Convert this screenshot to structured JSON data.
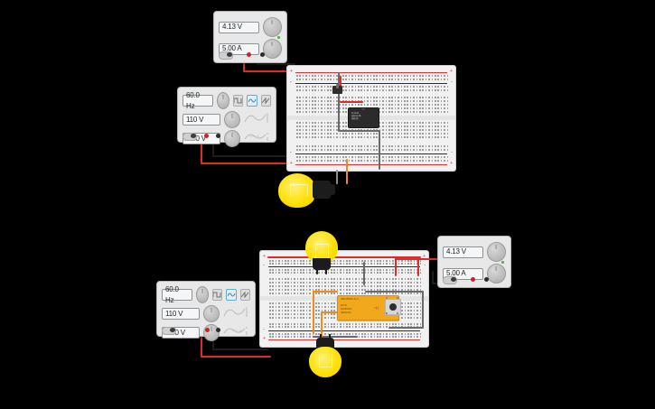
{
  "app": {
    "name": "circuit-simulator-canvas",
    "background_color": "#000000",
    "workspace_label": ""
  },
  "circuits": [
    {
      "id": "top-circuit",
      "name": "top-circuit",
      "power_supply": {
        "name": "dc-power-supply",
        "voltage": "4.13 V",
        "current": "5.00 A",
        "voltage_knob": "voltage-knob",
        "current_knob": "current-knob",
        "power_switch": "power-switch",
        "terminal_positive": "+",
        "terminal_negative": "-"
      },
      "function_generator": {
        "name": "function-generator",
        "frequency": "60.0 Hz",
        "amplitude": "110 V",
        "offset": "0.00 V",
        "waveforms": [
          {
            "name": "square-wave-button",
            "label": "square",
            "selected": false
          },
          {
            "name": "sine-wave-button",
            "label": "sine",
            "selected": true
          },
          {
            "name": "sawtooth-wave-button",
            "label": "sawtooth",
            "selected": false
          }
        ],
        "power_switch": "power-switch"
      },
      "breadboard": {
        "name": "breadboard-full",
        "plus_label": "+",
        "minus_label": "-"
      },
      "components": [
        {
          "name": "integrated-circuit",
          "type": "ic-chip",
          "label": "IC"
        },
        {
          "name": "transistor",
          "type": "transistor"
        },
        {
          "name": "light-bulb",
          "type": "bulb",
          "state": "on"
        }
      ]
    },
    {
      "id": "bottom-circuit",
      "name": "bottom-circuit",
      "power_supply": {
        "name": "dc-power-supply",
        "voltage": "4.13 V",
        "current": "5.00 A",
        "voltage_knob": "voltage-knob",
        "current_knob": "current-knob",
        "power_switch": "power-switch",
        "terminal_positive": "+",
        "terminal_negative": "-"
      },
      "function_generator": {
        "name": "function-generator",
        "frequency": "60.0 Hz",
        "amplitude": "110 V",
        "offset": "0.00 V",
        "waveforms": [
          {
            "name": "square-wave-button",
            "label": "square",
            "selected": false
          },
          {
            "name": "sine-wave-button",
            "label": "sine",
            "selected": true
          },
          {
            "name": "sawtooth-wave-button",
            "label": "sawtooth",
            "selected": false
          }
        ],
        "power_switch": "power-switch"
      },
      "breadboard": {
        "name": "breadboard-full",
        "plus_label": "+",
        "minus_label": "-"
      },
      "components": [
        {
          "name": "relay-module",
          "type": "relay",
          "label_line1": "SRD-05VDC-SL-C",
          "label_line2": "DC 5V",
          "label_line3": "5A/250VAC",
          "label_line4": "28/10A DC"
        },
        {
          "name": "pushbutton-switch",
          "type": "pushbutton"
        },
        {
          "name": "light-bulb-top",
          "type": "bulb",
          "state": "on"
        },
        {
          "name": "light-bulb-bottom",
          "type": "bulb",
          "state": "on"
        }
      ]
    }
  ],
  "colors": {
    "wire_red": "#e02b2b",
    "wire_black": "#1d1d1d",
    "wire_orange": "#ef8a1f",
    "wire_gray": "#8d8d8d",
    "bulb_glow": "#ffe000",
    "relay_body": "#f2a81c",
    "rail_positive": "#e03131",
    "rail_negative": "#2f2f2f",
    "selected_button": "#dff0fb"
  }
}
